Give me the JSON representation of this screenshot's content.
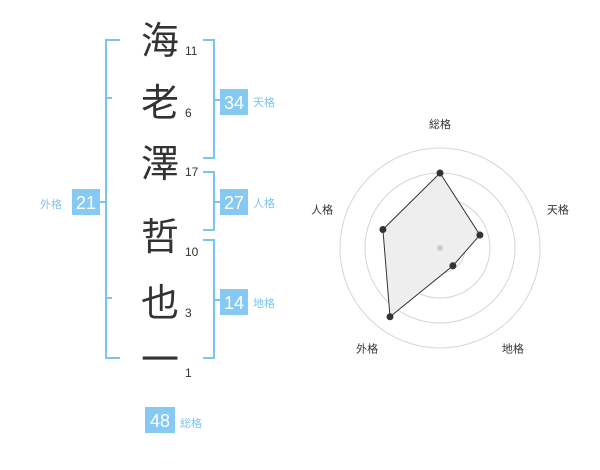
{
  "name": {
    "chars": [
      "海",
      "老",
      "澤",
      "哲",
      "也",
      "一"
    ],
    "strokes": [
      "11",
      "6",
      "17",
      "10",
      "3",
      "1"
    ]
  },
  "kaku": {
    "tenkaku": {
      "value": "34",
      "label": "天格"
    },
    "jinkaku": {
      "value": "27",
      "label": "人格"
    },
    "chikaku": {
      "value": "14",
      "label": "地格"
    },
    "gaikaku": {
      "value": "21",
      "label": "外格"
    },
    "soukaku": {
      "value": "48",
      "label": "総格"
    }
  },
  "colors": {
    "accent": "#7cc4f0",
    "badge": "#86c9f2",
    "text": "#333333",
    "grid": "#d6d6d6"
  },
  "chart_data": {
    "type": "radar",
    "axes": [
      "総格",
      "天格",
      "地格",
      "外格",
      "人格"
    ],
    "values": [
      0.75,
      0.42,
      0.22,
      0.85,
      0.6
    ],
    "rings": 4,
    "grid": true
  }
}
